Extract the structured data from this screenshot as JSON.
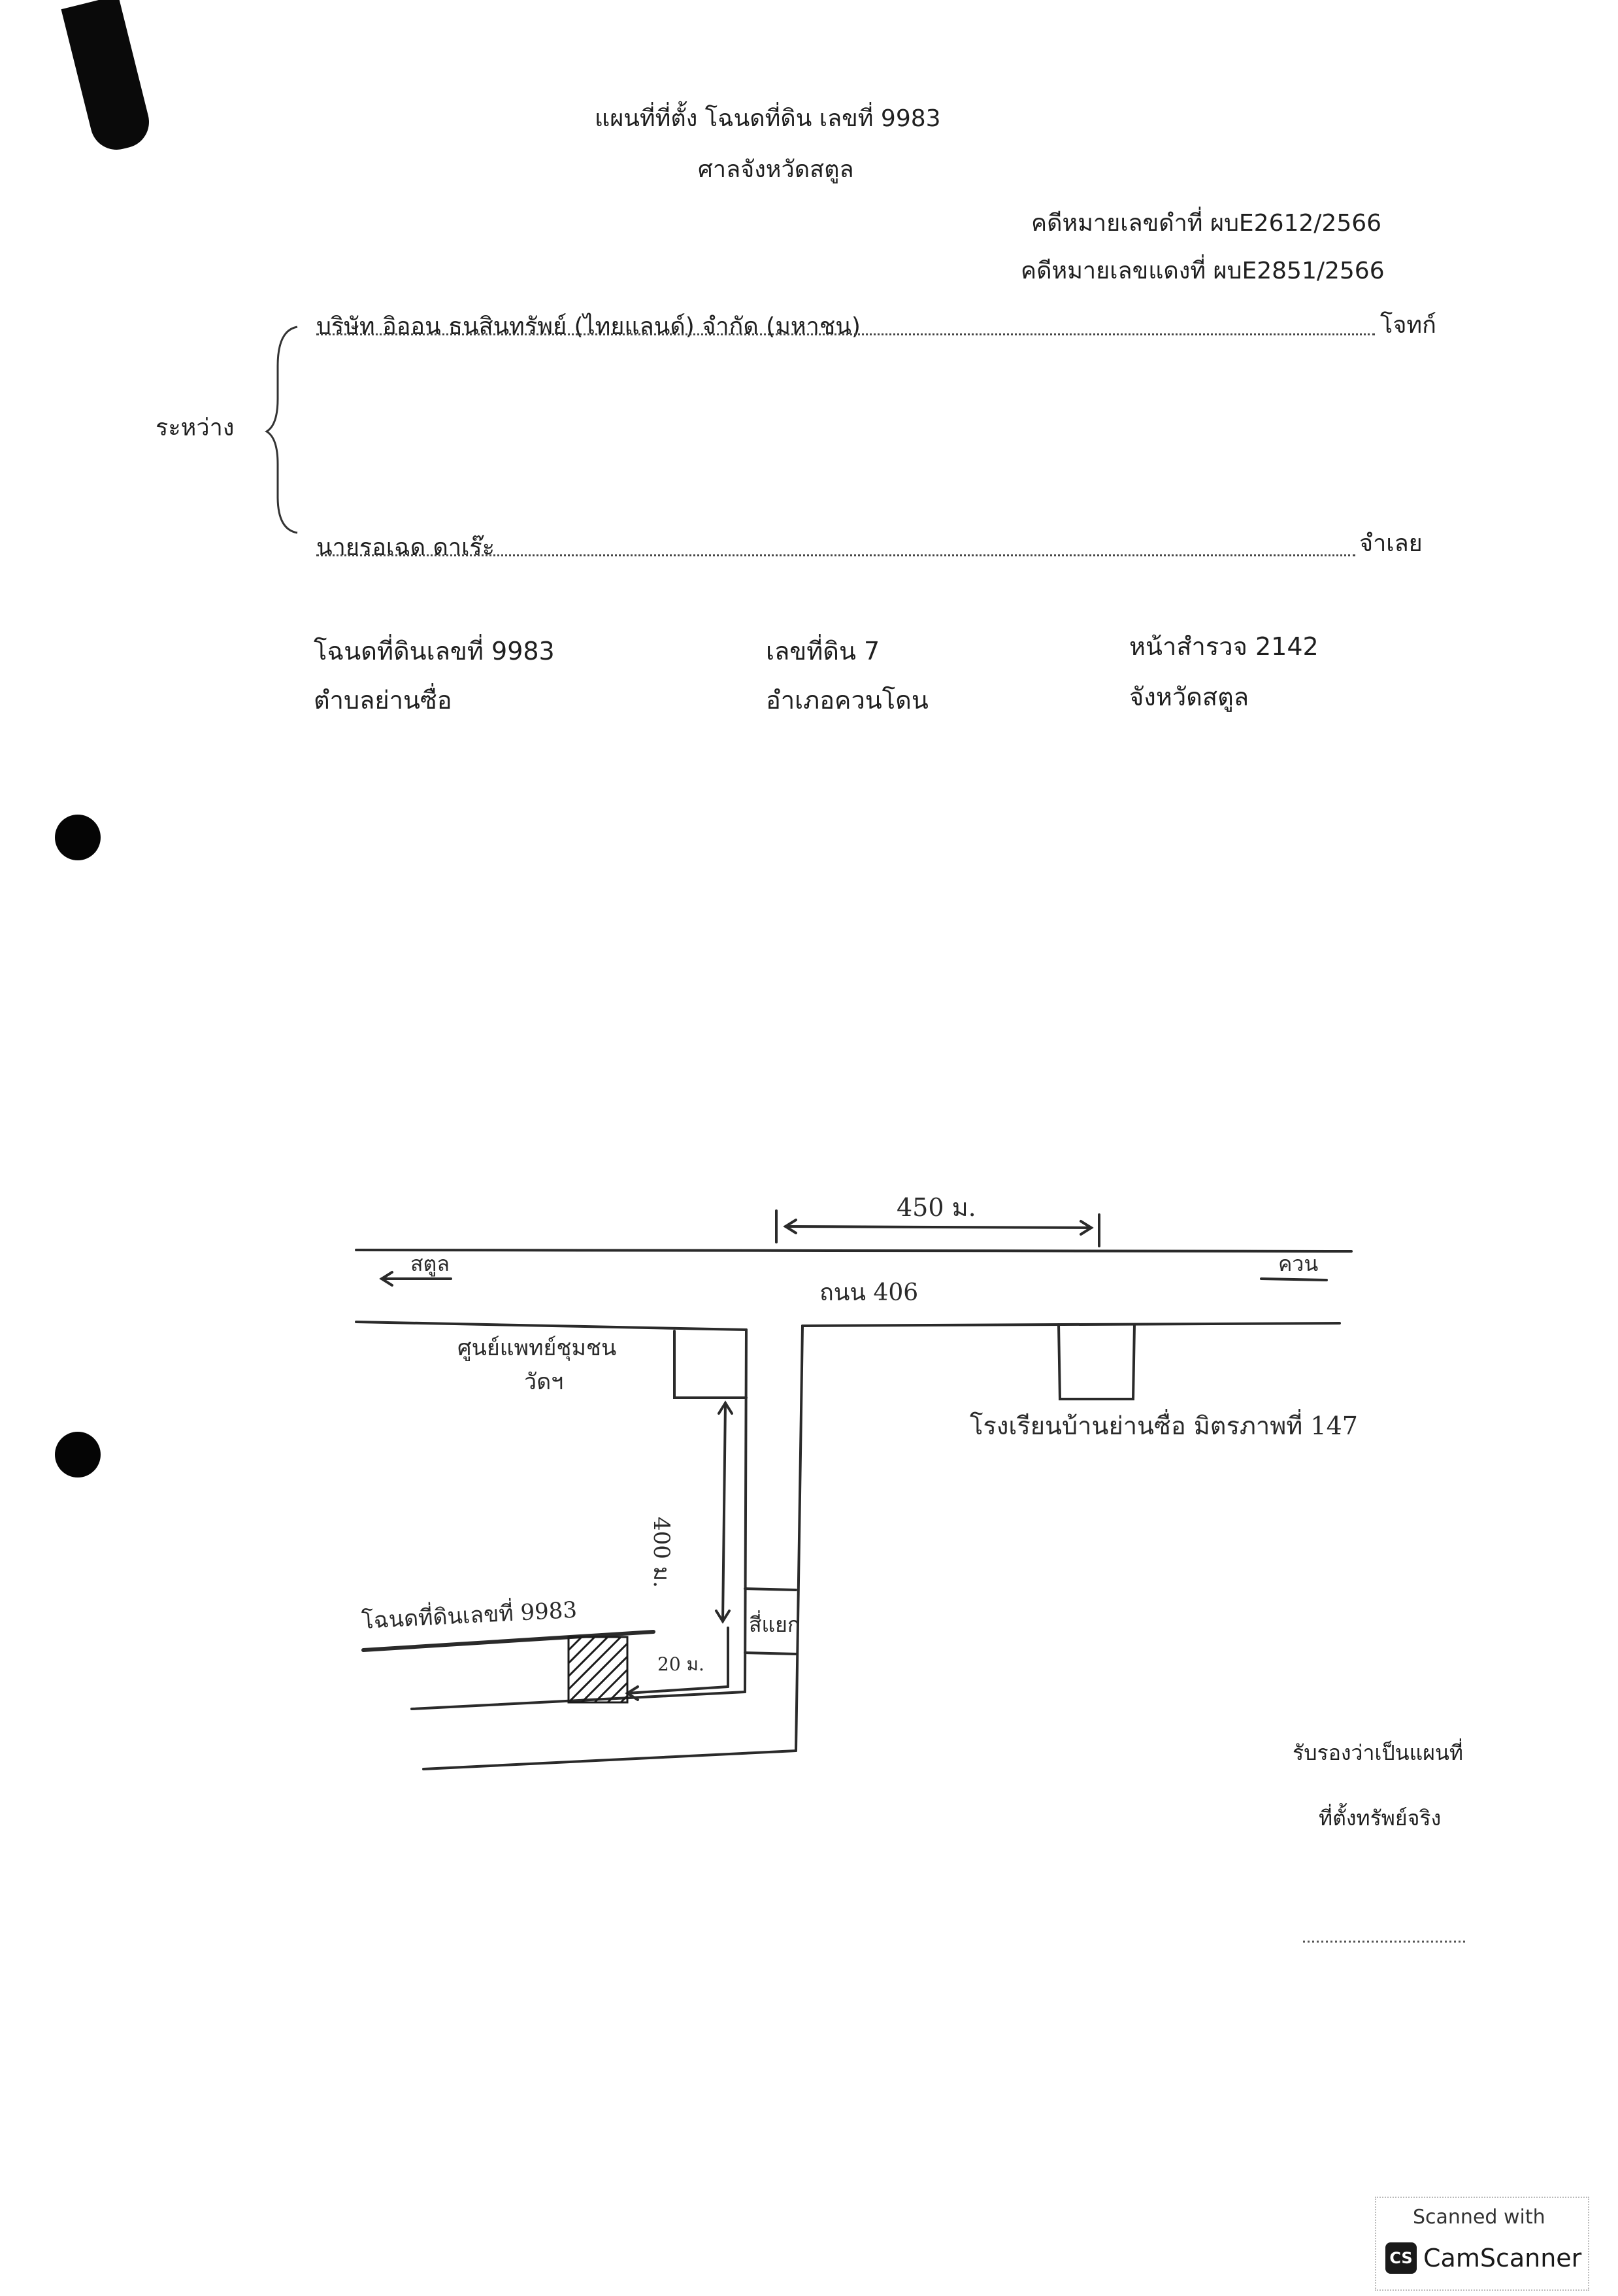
{
  "header": {
    "title": "แผนที่ที่ตั้ง โฉนดที่ดิน เลขที่ 9983",
    "court": "ศาลจังหวัดสตูล",
    "black_case": "คดีหมายเลขดำที่ ผบE2612/2566",
    "red_case": "คดีหมายเลขแดงที่ ผบE2851/2566"
  },
  "parties": {
    "between_label": "ระหว่าง",
    "plaintiff_name": "บริษัท อิออน ธนสินทรัพย์ (ไทยแลนด์) จำกัด (มหาชน)",
    "plaintiff_role": "โจทก์",
    "defendant_name": "นายรอเฉด ดาเร๊ะ",
    "defendant_role": "จำเลย"
  },
  "land": {
    "deed_no": "โฉนดที่ดินเลขที่  9983",
    "land_no": "เลขที่ดิน 7",
    "survey_page": "หน้าสำรวจ 2142",
    "subdistrict": "ตำบลย่านซื่อ",
    "district": "อำเภอควนโดน",
    "province": "จังหวัดสตูล"
  },
  "map": {
    "distance_top": "450 ม.",
    "road_name": "ถนน 406",
    "dir_left": "สตูล",
    "dir_right": "ควน",
    "health_center": "ศูนย์แพทย์ชุมชน",
    "health_center_line2": "วัดฯ",
    "school": "โรงเรียนบ้านย่านซื่อ มิตรภาพที่ 147",
    "distance_side": "400 ม.",
    "junction": "สี่แยก",
    "distance_small": "20 ม.",
    "land_label": "โฉนดที่ดินเลขที่ 9983"
  },
  "certify": {
    "line1": "รับรองว่าเป็นแผนที่",
    "line2": "ที่ตั้งทรัพย์จริง"
  },
  "watermark": {
    "scanned_with": "Scanned with",
    "logo": "CS",
    "brand": "CamScanner"
  }
}
